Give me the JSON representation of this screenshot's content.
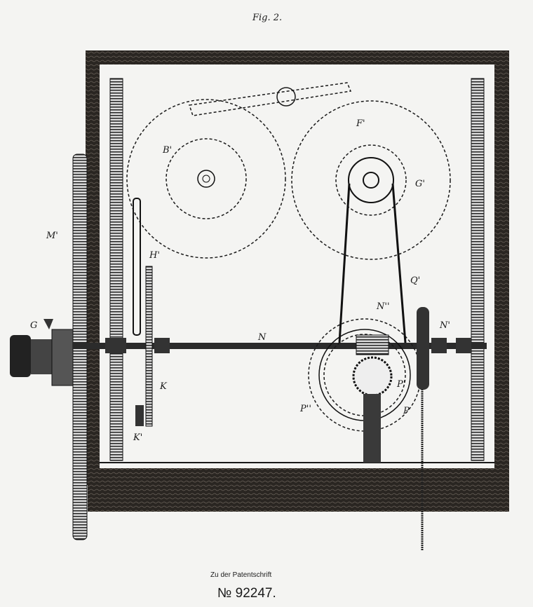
{
  "figure_title": "Fig. 2.",
  "caption": "Zu der Patentschrift",
  "patent_number": "№ 92247.",
  "labels": {
    "B1": "B'",
    "F1": "F'",
    "G1": "G'",
    "M1": "M'",
    "H1": "H'",
    "G": "G",
    "N": "N",
    "N2": "N''",
    "N1": "N'",
    "Q1": "Q'",
    "K": "K",
    "K1": "K'",
    "P2": "P''",
    "P1": "P'",
    "P": "P"
  },
  "colors": {
    "ink": "#1a1a1a",
    "wood": "#2a2622",
    "paper": "#f4f4f2"
  }
}
